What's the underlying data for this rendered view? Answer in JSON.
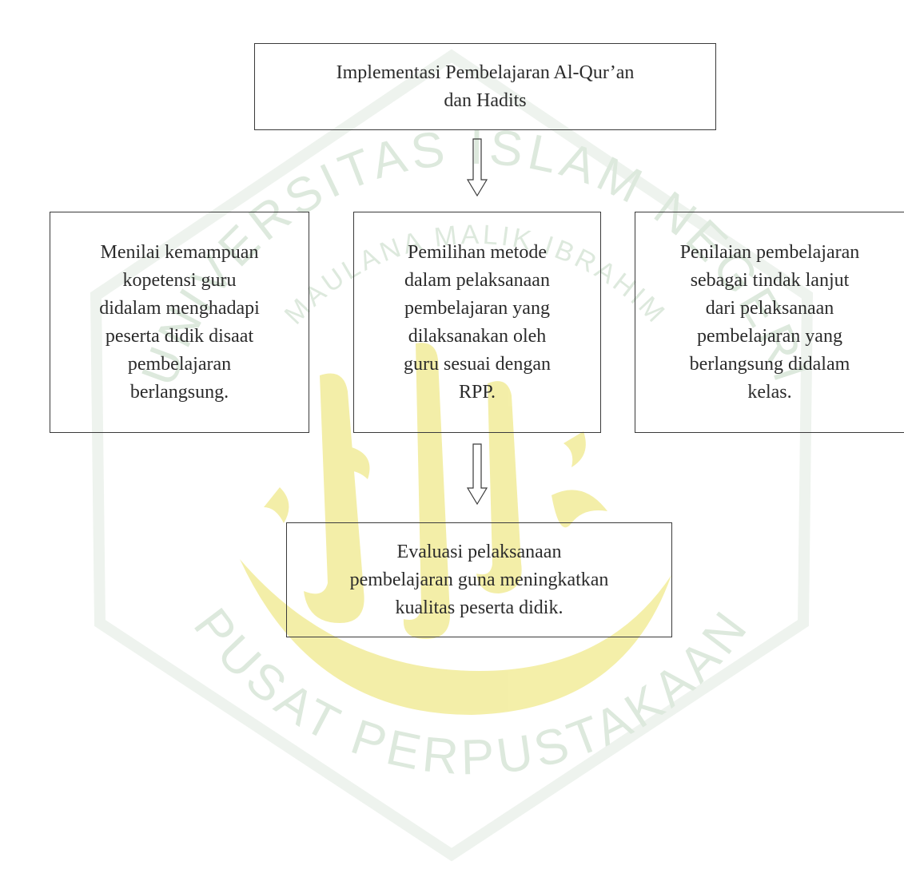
{
  "watermark": {
    "top_text": "UNIVERSITAS ISLAM NEGERI",
    "inner_text": "MAULANA MALIK IBRAHIM",
    "bottom_text": "PUSAT PERPUSTAKAAN",
    "emblem_color": "#f2ec9a",
    "text_color": "#d9e8d9"
  },
  "diagram": {
    "top_box": "Implementasi Pembelajaran Al-Qur’an\ndan Hadits",
    "left_box": "Menilai kemampuan\nkopetensi guru\ndidalam menghadapi\npeserta didik disaat\npembelajaran\nberlangsung.",
    "center_box": "Pemilihan metode\ndalam pelaksanaan\npembelajaran yang\ndilaksanakan oleh\nguru sesuai dengan\nRPP.",
    "right_box": "Penilaian pembelajaran\nsebagai tindak lanjut\ndari pelaksanaan\npembelajaran yang\nberlangsung didalam\nkelas.",
    "bottom_box": "Evaluasi pelaksanaan\npembelajaran guna meningkatkan\nkualitas peserta didik."
  }
}
